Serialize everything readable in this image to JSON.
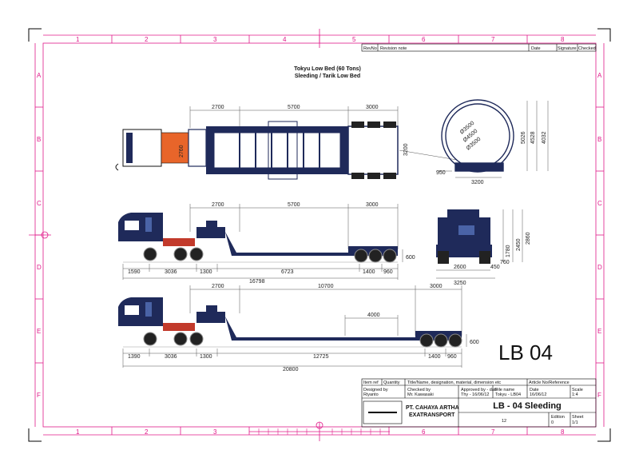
{
  "drawing": {
    "title_line1": "Tokyu Low Bed (60 Tons)",
    "title_line2": "Sleeding / Tarik Low Bed",
    "big_label": "LB 04"
  },
  "grid": {
    "columns": [
      "1",
      "2",
      "3",
      "4",
      "5",
      "6",
      "7",
      "8"
    ],
    "rows": [
      "A",
      "B",
      "C",
      "D",
      "E",
      "F"
    ]
  },
  "revision_header": {
    "rev": "RevNo",
    "note": "Revision note",
    "date": "Date",
    "signature": "Signature",
    "checked": "Checked"
  },
  "top_view": {
    "dims_top": [
      "2700",
      "5700",
      "3000"
    ],
    "dim_width": "2760",
    "dim_frame": "3200",
    "dim_left_small": "950",
    "tank_diameters": [
      "Ø3500",
      "Ø4500",
      "Ø3500"
    ],
    "tank_dims": [
      "5026",
      "4528",
      "4032"
    ],
    "tank_base": "3200"
  },
  "side_view_1": {
    "dims_top": [
      "2700",
      "5700",
      "3000"
    ],
    "dims_bottom": [
      "1590",
      "3036",
      "1300",
      "6723",
      "1400",
      "960"
    ],
    "overall": "16798",
    "height": "600",
    "rear_dims": [
      "2600",
      "3250",
      "450",
      "760",
      "1780",
      "2450",
      "2860"
    ]
  },
  "side_view_2": {
    "dims_top": [
      "2700",
      "10700",
      "3000"
    ],
    "dim_deck": "4000",
    "dims_bottom": [
      "1390",
      "3036",
      "1300",
      "12725",
      "1400",
      "960"
    ],
    "overall": "20800",
    "height": "600"
  },
  "title_block": {
    "item": "Item ref",
    "quantity": "Quantity",
    "title_desc": "Title/Name, designation, material, dimension etc",
    "article": "Article No/Reference",
    "designed_by_label": "Designed by",
    "designed_by": "Riyanto",
    "checked_by_label": "Checked by",
    "checked_by": "Mr. Kawasaki",
    "approved_label": "Approved by - date",
    "approved": "Thy - 16/06/12",
    "file_label": "File name",
    "file": "Tokyu - LB04",
    "date_label": "Date",
    "date": "16/06/12",
    "scale_label": "Scale",
    "scale": "1:4",
    "company1": "PT. CAHAYA ARTHA",
    "company2": "EXATRANSPORT",
    "drawing_title": "LB - 04 Sleeding",
    "number": "12",
    "edition_label": "Edition",
    "edition": "0",
    "sheet_label": "Sheet",
    "sheet": "1/1"
  },
  "colors": {
    "frame_pink": "#e01a8a",
    "truck_navy": "#1f2a5a",
    "tank_accent": "#e8652a"
  }
}
